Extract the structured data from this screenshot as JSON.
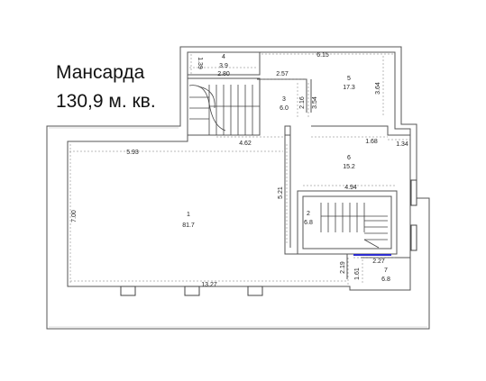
{
  "title": {
    "line1": "Мансарда",
    "line2": "130,9 м. кв."
  },
  "rooms": [
    {
      "number": "1",
      "area": "81.7"
    },
    {
      "number": "2",
      "area": "6.8"
    },
    {
      "number": "3",
      "area": "6.0"
    },
    {
      "number": "4",
      "area": "3.9"
    },
    {
      "number": "5",
      "area": "17.3"
    },
    {
      "number": "6",
      "area": "15.2"
    },
    {
      "number": "7",
      "area": "6.8"
    }
  ],
  "dimensions": {
    "d_6_15": "6.15",
    "d_1_39": "1.39",
    "d_2_80": "2.80",
    "d_2_57": "2.57",
    "d_3_64": "3.64",
    "d_2_16": "2.16",
    "d_3_54": "3.54",
    "d_4_62": "4.62",
    "d_5_93": "5.93",
    "d_1_68": "1.68",
    "d_1_34": "1.34",
    "d_5_21": "5.21",
    "d_4_94": "4.94",
    "d_7_00": "7.00",
    "d_2_27": "2.27",
    "d_2_19": "2.19",
    "d_1_61": "1.61",
    "d_13_27": "13.27"
  },
  "colors": {
    "wall": "#9a9a9a",
    "line": "#333333",
    "accent": "#2b2bd0"
  }
}
